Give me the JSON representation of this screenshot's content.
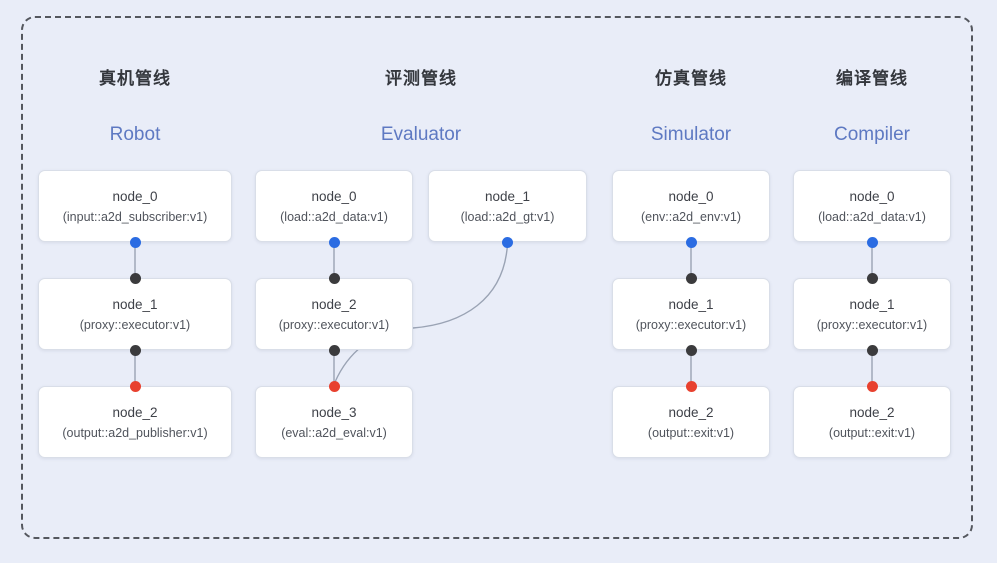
{
  "theme": {
    "bg": "#e9edf8",
    "frame_border": "#54575e",
    "box_bg": "#ffffff",
    "box_border": "#d9dee8",
    "line": "#9aa3b4",
    "dot_blue": "#2b6ce2",
    "dot_dark": "#3b3b3d",
    "dot_red": "#e8412f",
    "title_zh_color": "#34373d",
    "title_en_color": "#5e79c2",
    "node_name_color": "#3e4148",
    "node_type_color": "#50545c"
  },
  "pipelines": [
    {
      "title_zh": "真机管线",
      "title_en": "Robot",
      "nodes": [
        {
          "name": "node_0",
          "type": "(input::a2d_subscriber:v1)"
        },
        {
          "name": "node_1",
          "type": "(proxy::executor:v1)"
        },
        {
          "name": "node_2",
          "type": "(output::a2d_publisher:v1)"
        }
      ]
    },
    {
      "title_zh": "评测管线",
      "title_en": "Evaluator",
      "nodes": [
        {
          "name": "node_0",
          "type": "(load::a2d_data:v1)"
        },
        {
          "name": "node_1",
          "type": "(load::a2d_gt:v1)"
        },
        {
          "name": "node_2",
          "type": "(proxy::executor:v1)"
        },
        {
          "name": "node_3",
          "type": "(eval::a2d_eval:v1)"
        }
      ]
    },
    {
      "title_zh": "仿真管线",
      "title_en": "Simulator",
      "nodes": [
        {
          "name": "node_0",
          "type": "(env::a2d_env:v1)"
        },
        {
          "name": "node_1",
          "type": "(proxy::executor:v1)"
        },
        {
          "name": "node_2",
          "type": "(output::exit:v1)"
        }
      ]
    },
    {
      "title_zh": "编译管线",
      "title_en": "Compiler",
      "nodes": [
        {
          "name": "node_0",
          "type": "(load::a2d_data:v1)"
        },
        {
          "name": "node_1",
          "type": "(proxy::executor:v1)"
        },
        {
          "name": "node_2",
          "type": "(output::exit:v1)"
        }
      ]
    }
  ]
}
